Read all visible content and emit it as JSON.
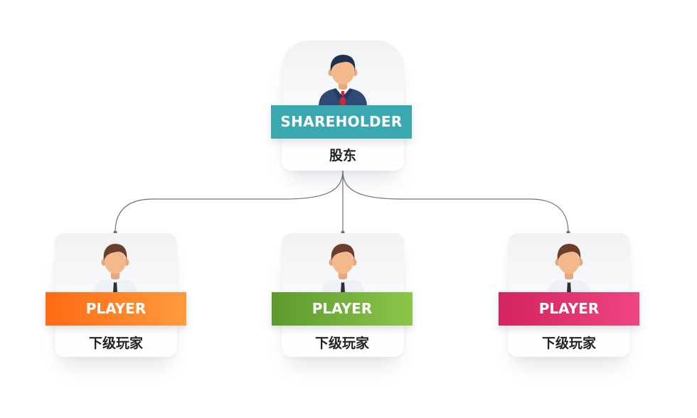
{
  "root": {
    "role_label": "SHAREHOLDER",
    "caption": "股东",
    "color": "#3aa8b0",
    "icon": "businessman-icon"
  },
  "children": [
    {
      "role_label": "PLAYER",
      "caption": "下级玩家",
      "color_from": "#ff6a13",
      "color_to": "#ff9a3e",
      "icon": "player-icon"
    },
    {
      "role_label": "PLAYER",
      "caption": "下级玩家",
      "color_from": "#5c9a2e",
      "color_to": "#8cc54a",
      "icon": "player-icon"
    },
    {
      "role_label": "PLAYER",
      "caption": "下级玩家",
      "color_from": "#d2245c",
      "color_to": "#ee4583",
      "icon": "player-icon"
    }
  ]
}
